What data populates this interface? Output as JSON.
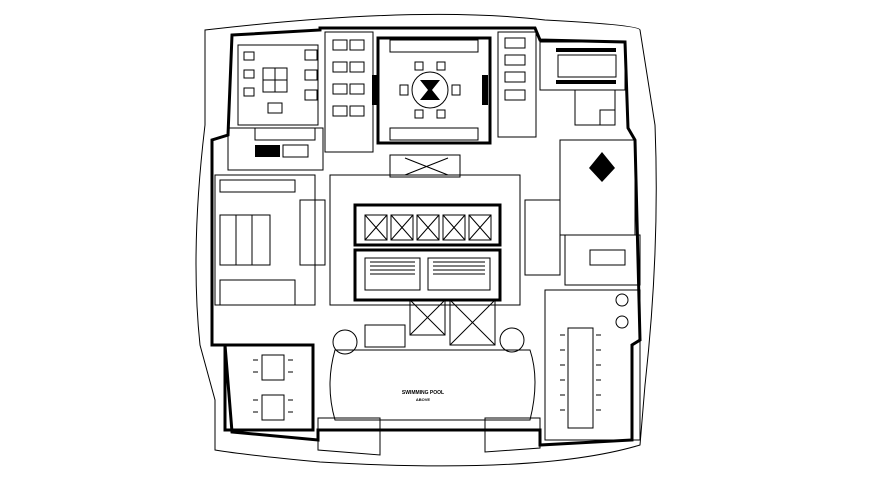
{
  "drawing": {
    "type": "architectural floor plan",
    "line_color": "#000000",
    "background": "#ffffff",
    "labels": {
      "pool_title": "SWIMMING POOL",
      "pool_subtitle": "ABOVE"
    }
  }
}
